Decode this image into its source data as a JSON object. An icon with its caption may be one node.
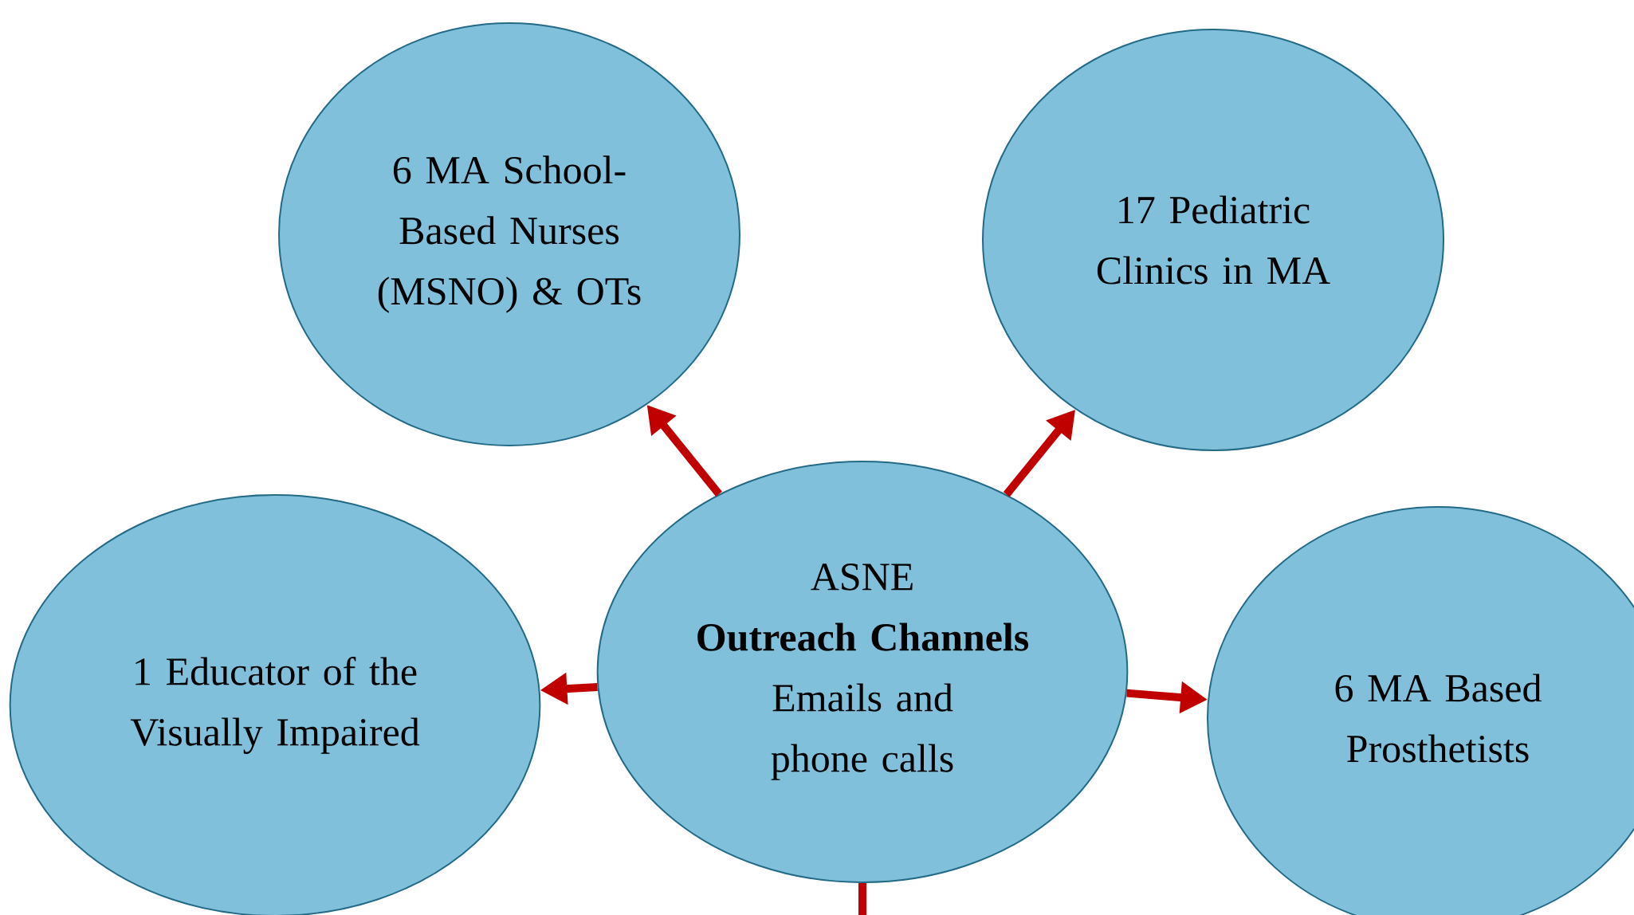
{
  "diagram": {
    "nodes": [
      {
        "text": [
          "ASNE",
          "Outreach Channels",
          "Emails and phone calls"
        ]
      },
      {
        "text": [
          "6 MA School-Based Nurses (MSNO) & OTs"
        ]
      },
      {
        "text": [
          "17 Pediatric Clinics in MA"
        ]
      },
      {
        "text": [
          "1 Educator of the Visually Impaired"
        ]
      },
      {
        "text": [
          "6 MA Based Prosthetists"
        ]
      }
    ],
    "edges": [
      {
        "from": 0,
        "to": 1,
        "arrow": "to"
      },
      {
        "from": 0,
        "to": 2,
        "arrow": "to"
      },
      {
        "from": 0,
        "to": 3,
        "arrow": "to"
      },
      {
        "from": 0,
        "to": 4,
        "arrow": "to"
      },
      {
        "from": 0,
        "to": null,
        "arrow": "none"
      }
    ]
  }
}
